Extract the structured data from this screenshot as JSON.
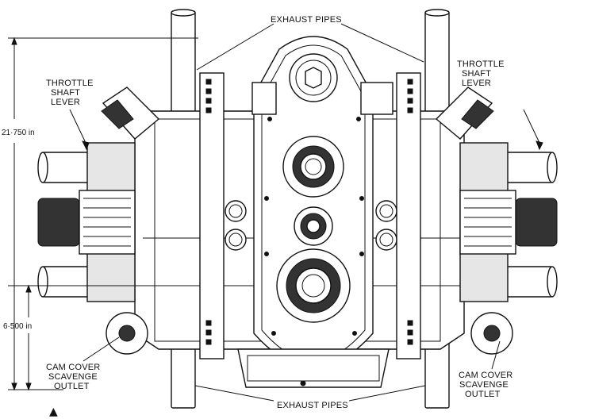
{
  "labels": {
    "exhaust_top": "EXHAUST PIPES",
    "exhaust_bottom": "EXHAUST PIPES",
    "throttle_left": [
      "THROTTLE",
      "SHAFT",
      "LEVER"
    ],
    "throttle_right": [
      "THROTTLE",
      "SHAFT",
      "LEVER"
    ],
    "cam_left": [
      "CAM COVER",
      "SCAVENGE",
      "OUTLET"
    ],
    "cam_right": [
      "CAM COVER",
      "SCAVENGE",
      "OUTLET"
    ]
  },
  "dimensions": {
    "overall_height": "21·750 in",
    "crank_height": "6·500 in"
  },
  "marker": {
    "symbol": "▲"
  }
}
